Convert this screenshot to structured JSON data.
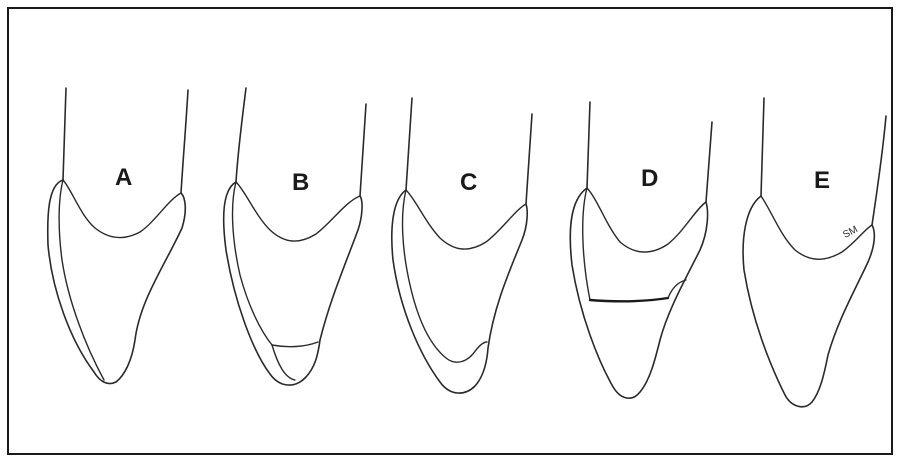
{
  "figure": {
    "panels": [
      {
        "id": "A",
        "label": "A"
      },
      {
        "id": "B",
        "label": "B"
      },
      {
        "id": "C",
        "label": "C"
      },
      {
        "id": "D",
        "label": "D"
      },
      {
        "id": "E",
        "label": "E",
        "note": "SM"
      }
    ]
  }
}
